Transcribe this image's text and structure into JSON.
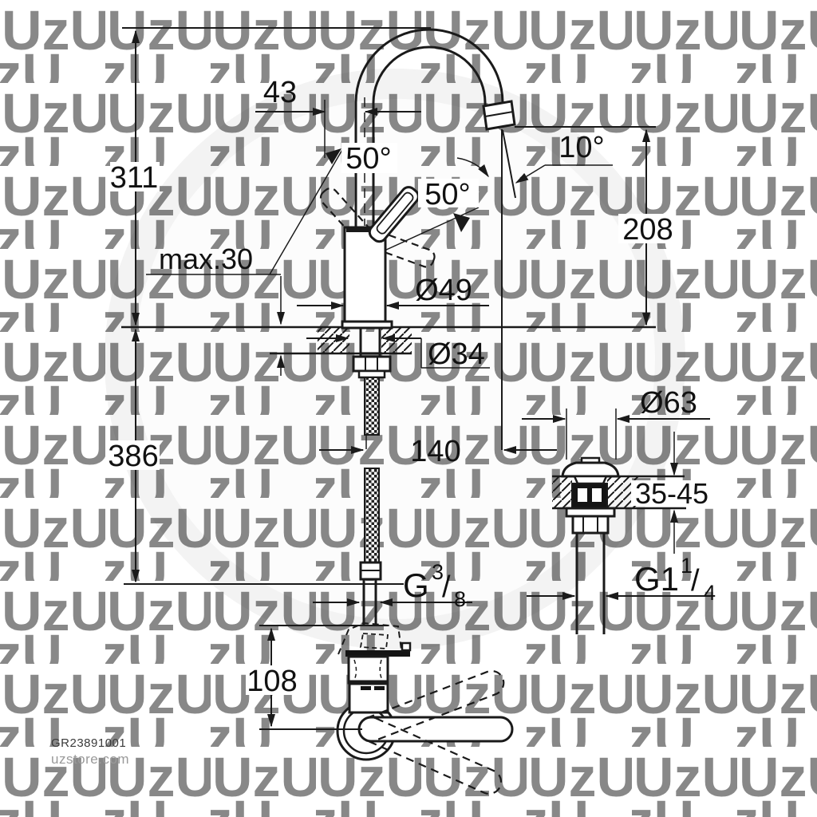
{
  "watermark": {
    "glyph": "Uz"
  },
  "footer": {
    "sku": "GR23891001",
    "site": "uzstore.com"
  },
  "colors": {
    "line": "#1a1a1a",
    "text": "#111111",
    "muted": "#9a9a9a",
    "watermark": "#ededed"
  },
  "main_view": {
    "total_height": "311",
    "handle_offset": "43",
    "handle_swivel_left": "50°",
    "handle_swivel_right": "50°",
    "spout_angle": "10°",
    "outlet_height": "208",
    "deck_thickness_max": "max.30",
    "body_diameter": "Ø49",
    "hole_diameter": "Ø34",
    "under_deck_depth": "386",
    "outlet_projection": "140",
    "hose_thread": {
      "prefix": "G",
      "numerator": "3",
      "slash": "/",
      "denominator": "8"
    }
  },
  "waste_detail": {
    "cap_diameter": "Ø63",
    "deck_thickness_range": "35-45",
    "waste_thread": {
      "prefix": "G1",
      "numerator": "1",
      "slash": "/",
      "denominator": "4"
    }
  },
  "front_view": {
    "body_height": "108"
  }
}
